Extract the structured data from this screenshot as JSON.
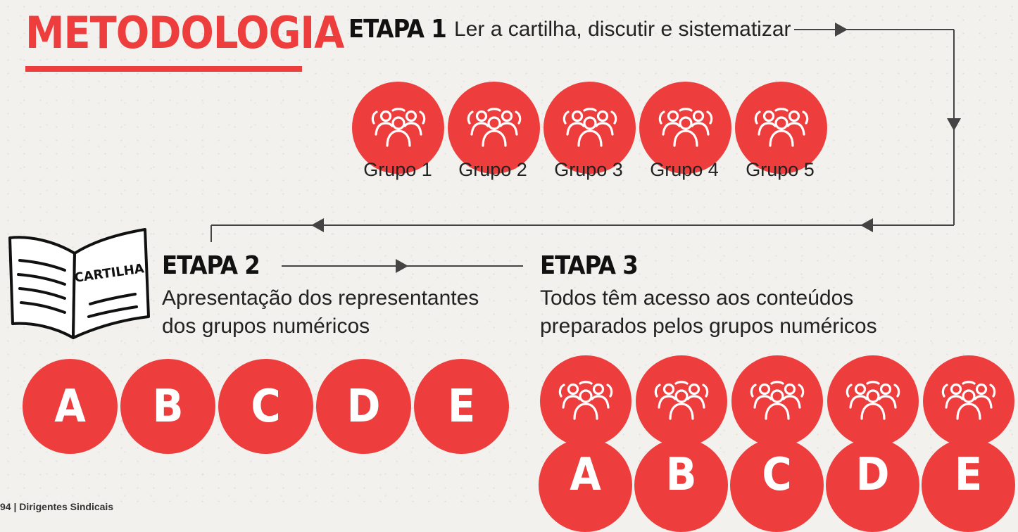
{
  "title": "METODOLOGIA",
  "stage1": {
    "label": "ETAPA 1",
    "text": "Ler a cartilha, discutir e sistematizar",
    "groups": [
      "Grupo 1",
      "Grupo 2",
      "Grupo 3",
      "Grupo 4",
      "Grupo 5"
    ]
  },
  "stage2": {
    "label": "ETAPA 2",
    "lines": [
      "Apresentação  dos  representantes",
      "dos grupos numéricos"
    ],
    "letters": [
      "A",
      "B",
      "C",
      "D",
      "E"
    ]
  },
  "stage3": {
    "label": "ETAPA 3",
    "lines": [
      "Todos têm acesso aos conteúdos",
      "preparados pelos grupos numéricos"
    ],
    "letters": [
      "A",
      "B",
      "C",
      "D",
      "E"
    ]
  },
  "book": {
    "label": "CARTILHA",
    "icon": "book-icon"
  },
  "group_icon": "people-group-icon",
  "colors": {
    "accent": "#ee3d3d",
    "text": "#222222",
    "arrow": "#444444"
  },
  "footer": "94  |  Dirigentes Sindicais"
}
